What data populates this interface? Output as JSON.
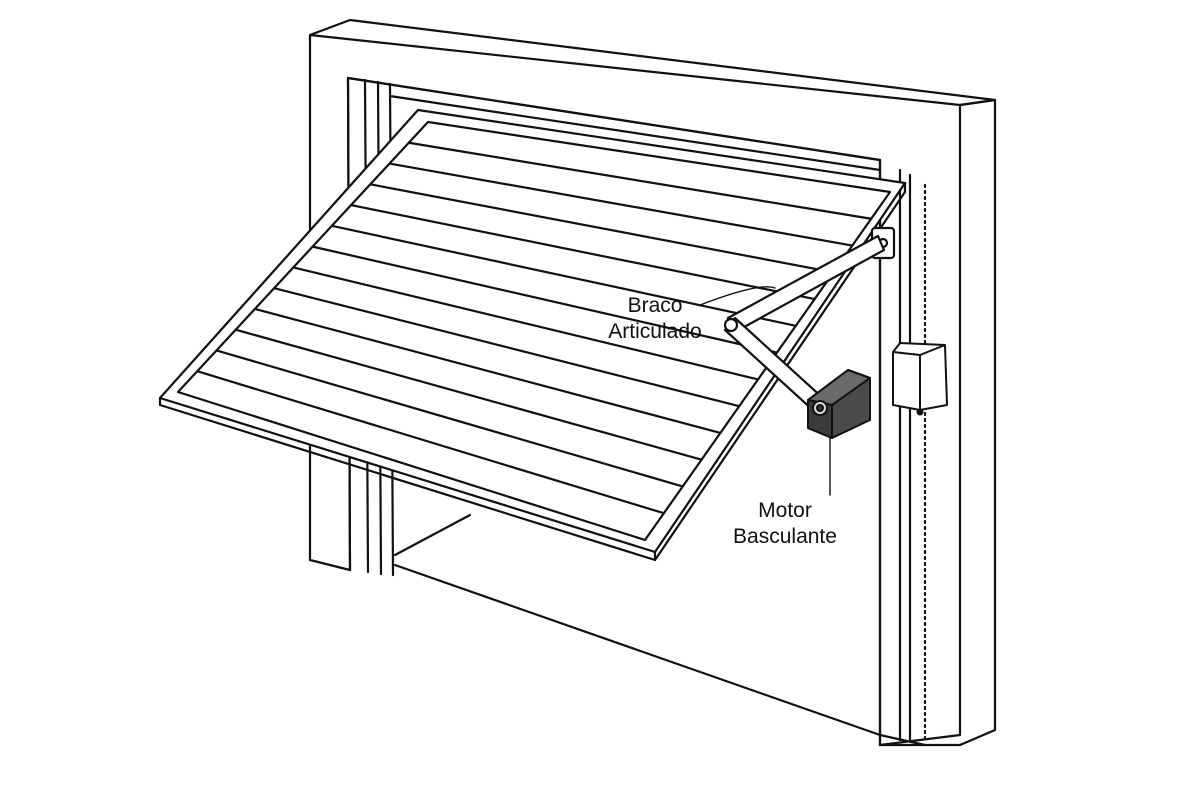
{
  "labels": {
    "arm": {
      "line1": "Braco",
      "line2": "Articulado"
    },
    "motor": {
      "line1": "Motor",
      "line2": "Basculante"
    }
  },
  "colors": {
    "line": "#111111",
    "background": "#ffffff",
    "motor_body": "#444444",
    "motor_face": "#5a5a5a"
  },
  "panel": {
    "slat_count": 12
  }
}
